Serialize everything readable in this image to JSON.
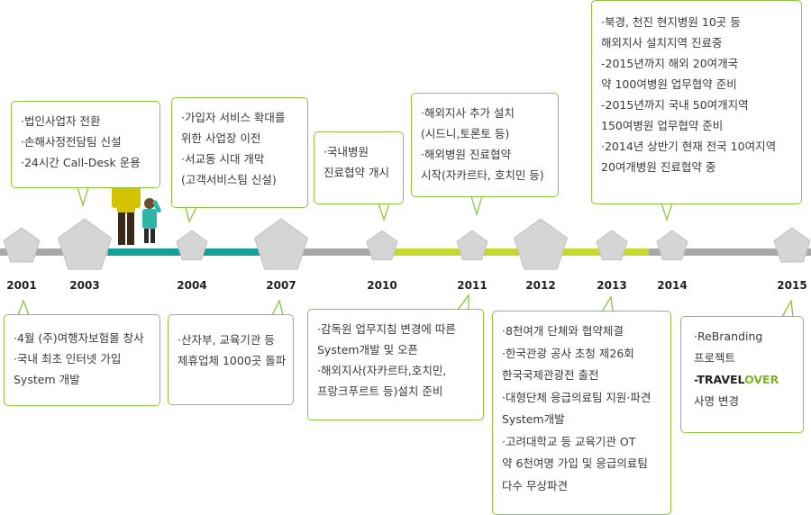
{
  "years": [
    "2001",
    "2003",
    "2004",
    "2007",
    "2010",
    "2011",
    "2012",
    "2013",
    "2014",
    "2015"
  ],
  "boxes": {
    "y2003": [
      "·법인사업자 전환",
      "·손해사정전담팀 신설",
      "·24시간 Call-Desk 운용"
    ],
    "y2004": [
      "·가입자 서비스 확대를",
      "위한 사업장 이전",
      "·서교동 시대 개막",
      "(고객서비스팀 신설)"
    ],
    "y2010": [
      "·국내병원",
      "진료협약 개시"
    ],
    "y2012": [
      "·해외지사 추가 설치",
      "(시드니,토론토 등)",
      "·해외병원 진료협약",
      "시작(자카르타, 호치민 등)"
    ],
    "y2014": [
      "·북경, 천진 현지병원 10곳 등",
      "해외지사 설치지역 진료중",
      "-2015년까지 해외 20여개국",
      "약 100여병원 업무협약 준비",
      "-2015년까지 국내 50여개지역",
      "150여병원 업무협약 준비",
      "·2014년 상반기 현재 전국 10여지역",
      "20여개병원 진료협약 중"
    ],
    "y2001": [
      "·4월 (주)여행자보험몰 창사",
      "·국내 최초 인터넷 가입",
      "System 개발"
    ],
    "y2007": [
      "·산자부, 교육기관 등",
      "제휴업체 1000곳 돌파"
    ],
    "y2011": [
      "·감독원 업무지침 변경에 따른",
      "System개발 및 오픈",
      "·해외지사(자카르타,호치민,",
      "프랑크푸르트 등)설치 준비"
    ],
    "y2013": [
      "·8천여개 단체와 협약체결",
      "·한국관광 공사 초청 제26회",
      "한국국제관광전 출전",
      "·대형단체 응급의료팀 지원·파견",
      "System개발",
      "·고려대학교 등 교육기관 OT",
      "약 6천여명 가입 및 응급의료팀",
      "다수 무상파견"
    ],
    "y2015": [
      "·ReBranding",
      "프로젝트"
    ]
  },
  "brand": {
    "prefix": "-",
    "part1": "TRAVEL",
    "part2": "OVER"
  },
  "brand_suffix": "사명 변경",
  "colors": {
    "accent": "#8cc63f",
    "teal": "#13a195",
    "lime": "#c5d82e",
    "gray": "#a8a8a8",
    "pentagon": "#d5d5d5"
  }
}
